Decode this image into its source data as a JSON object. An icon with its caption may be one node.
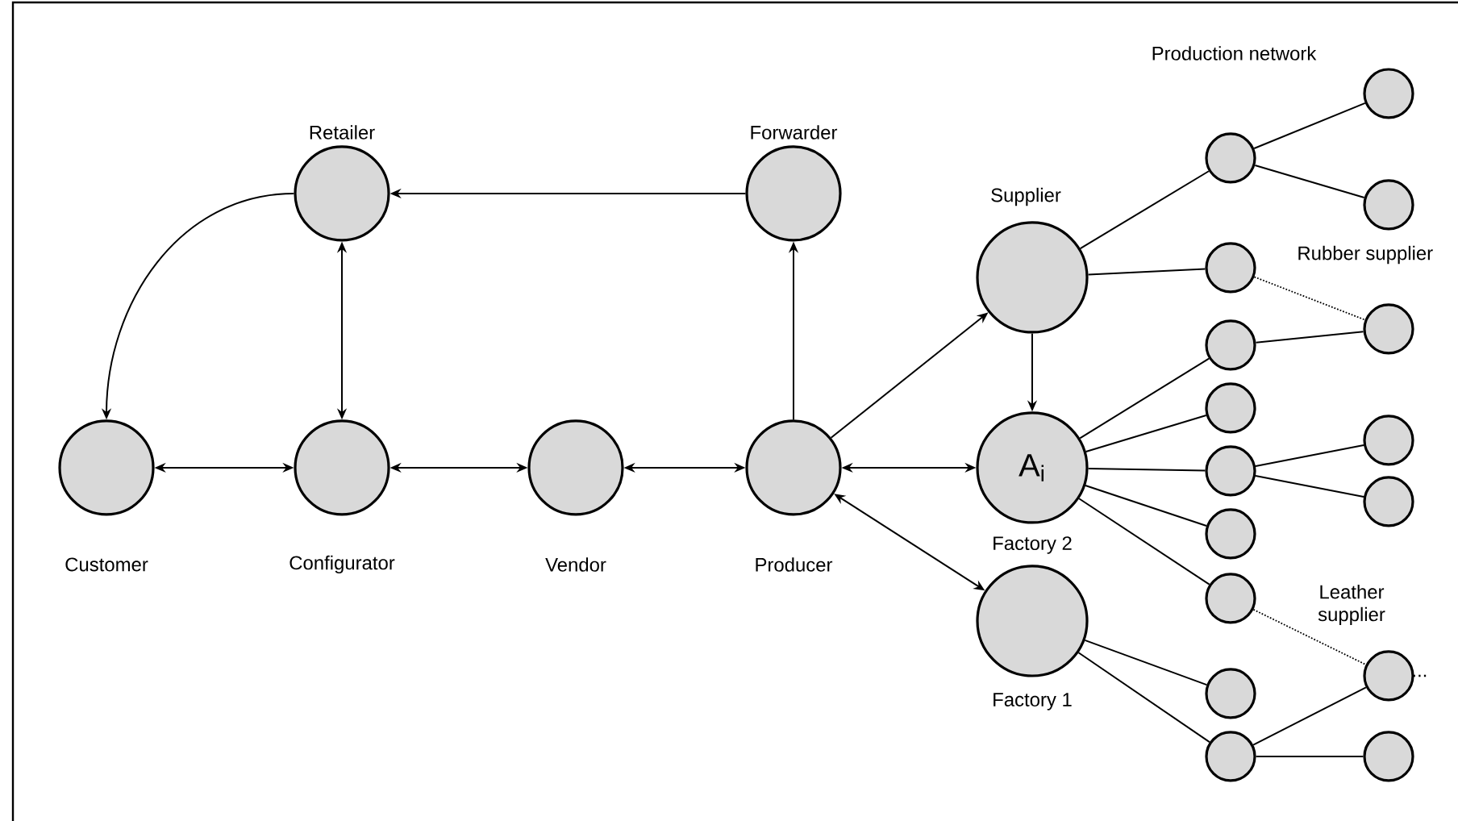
{
  "diagram": {
    "nodes": [
      {
        "text": [
          "Retailer"
        ]
      },
      {
        "text": [
          "Forwarder"
        ]
      },
      {
        "text": [
          "Customer"
        ]
      },
      {
        "text": [
          "Configurator"
        ]
      },
      {
        "text": [
          "Vendor"
        ]
      },
      {
        "text": [
          "Producer"
        ]
      },
      {
        "text": [
          "Supplier"
        ]
      },
      {
        "text": [
          "A$_{i}$",
          "Factory 2"
        ]
      },
      {
        "text": [
          "Factory 1"
        ]
      },
      {
        "text": [],
        "shape": "circle"
      },
      {
        "text": [],
        "shape": "circle"
      },
      {
        "text": [],
        "shape": "circle"
      },
      {
        "text": [],
        "shape": "circle"
      },
      {
        "text": [],
        "shape": "circle"
      },
      {
        "text": [],
        "shape": "circle"
      },
      {
        "text": [],
        "shape": "circle"
      },
      {
        "text": [],
        "shape": "circle"
      },
      {
        "text": [],
        "shape": "circle"
      },
      {
        "text": [],
        "shape": "circle"
      },
      {
        "text": [],
        "shape": "circle"
      },
      {
        "text": [],
        "shape": "circle"
      },
      {
        "text": [],
        "shape": "circle"
      },
      {
        "text": [],
        "shape": "circle"
      },
      {
        "text": [],
        "shape": "circle"
      },
      {
        "text": [],
        "shape": "circle"
      }
    ],
    "edges": [
      {
        "from": 1,
        "to": 0,
        "arrow": "to"
      },
      {
        "from": 0,
        "to": 2,
        "arrow": "to"
      },
      {
        "from": 0,
        "to": 3,
        "arrow": "both"
      },
      {
        "from": 2,
        "to": 3,
        "arrow": "both"
      },
      {
        "from": 3,
        "to": 4,
        "arrow": "both"
      },
      {
        "from": 4,
        "to": 5,
        "arrow": "both"
      },
      {
        "from": 5,
        "to": 1,
        "arrow": "to"
      },
      {
        "from": 5,
        "to": 6,
        "arrow": "to"
      },
      {
        "from": 5,
        "to": 7,
        "arrow": "both"
      },
      {
        "from": 8,
        "to": 5,
        "arrow": "both"
      },
      {
        "from": 6,
        "to": 7,
        "arrow": "to"
      },
      {
        "from": 6,
        "to": 9,
        "arrow": "none"
      },
      {
        "from": 6,
        "to": 10,
        "arrow": "none"
      },
      {
        "from": 9,
        "to": 18,
        "arrow": "none"
      },
      {
        "from": 9,
        "to": 19,
        "arrow": "none"
      },
      {
        "from": 10,
        "to": 20,
        "arrow": "none",
        "style": "dashed"
      },
      {
        "from": 11,
        "to": 20,
        "arrow": "none"
      },
      {
        "from": 7,
        "to": 11,
        "arrow": "none"
      },
      {
        "from": 7,
        "to": 12,
        "arrow": "none"
      },
      {
        "from": 7,
        "to": 13,
        "arrow": "none"
      },
      {
        "from": 7,
        "to": 14,
        "arrow": "none"
      },
      {
        "from": 7,
        "to": 15,
        "arrow": "none"
      },
      {
        "from": 13,
        "to": 21,
        "arrow": "none"
      },
      {
        "from": 13,
        "to": 22,
        "arrow": "none"
      },
      {
        "from": 15,
        "to": 23,
        "arrow": "none",
        "style": "dashed"
      },
      {
        "from": 8,
        "to": 16,
        "arrow": "none"
      },
      {
        "from": 8,
        "to": 17,
        "arrow": "none"
      },
      {
        "from": 17,
        "to": 23,
        "arrow": "none"
      },
      {
        "from": 17,
        "to": 24,
        "arrow": "none"
      }
    ],
    "labels": [
      "Production network",
      "Rubber supplier",
      "Leather supplier",
      "..."
    ]
  }
}
